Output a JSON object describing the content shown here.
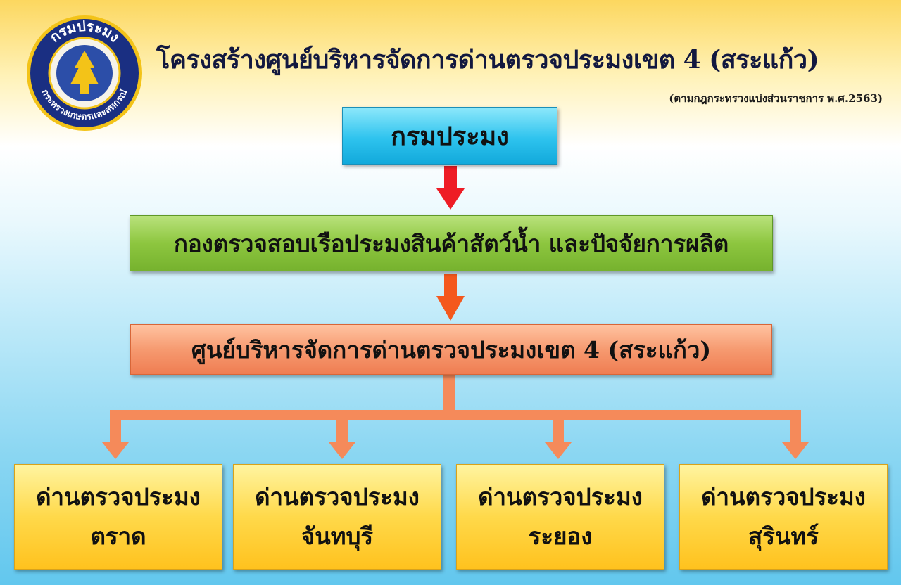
{
  "header": {
    "logo_text_top": "กรมประมง",
    "logo_text_bottom": "กระทรวงเกษตรและสหกรณ์",
    "title": "โครงสร้างศูนย์บริหารจัดการด่านตรวจประมงเขต 4 (สระแก้ว)",
    "subtitle": "(ตามกฎกระทรวงแบ่งส่วนราชการ พ.ศ.2563)"
  },
  "chart": {
    "department": "กรมประมง",
    "division": "กองตรวจสอบเรือประมงสินค้าสัตว์น้ำ และปัจจัยการผลิต",
    "center": "ศูนย์บริหารจัดการด่านตรวจประมงเขต 4 (สระแก้ว)",
    "checkpoints": [
      {
        "line1": "ด่านตรวจประมง",
        "line2": "ตราด"
      },
      {
        "line1": "ด่านตรวจประมง",
        "line2": "จันทบุรี"
      },
      {
        "line1": "ด่านตรวจประมง",
        "line2": "ระยอง"
      },
      {
        "line1": "ด่านตรวจประมง",
        "line2": "สุรินทร์"
      }
    ]
  },
  "colors": {
    "department_box": "#2ec3ee",
    "division_box": "#8dc63f",
    "center_box": "#f69a70",
    "checkpoint_box": "#ffd94a",
    "arrow_red": "#ee1c25",
    "arrow_orange": "#f4581d",
    "connector": "#f58a5a",
    "title_text": "#12183f"
  }
}
